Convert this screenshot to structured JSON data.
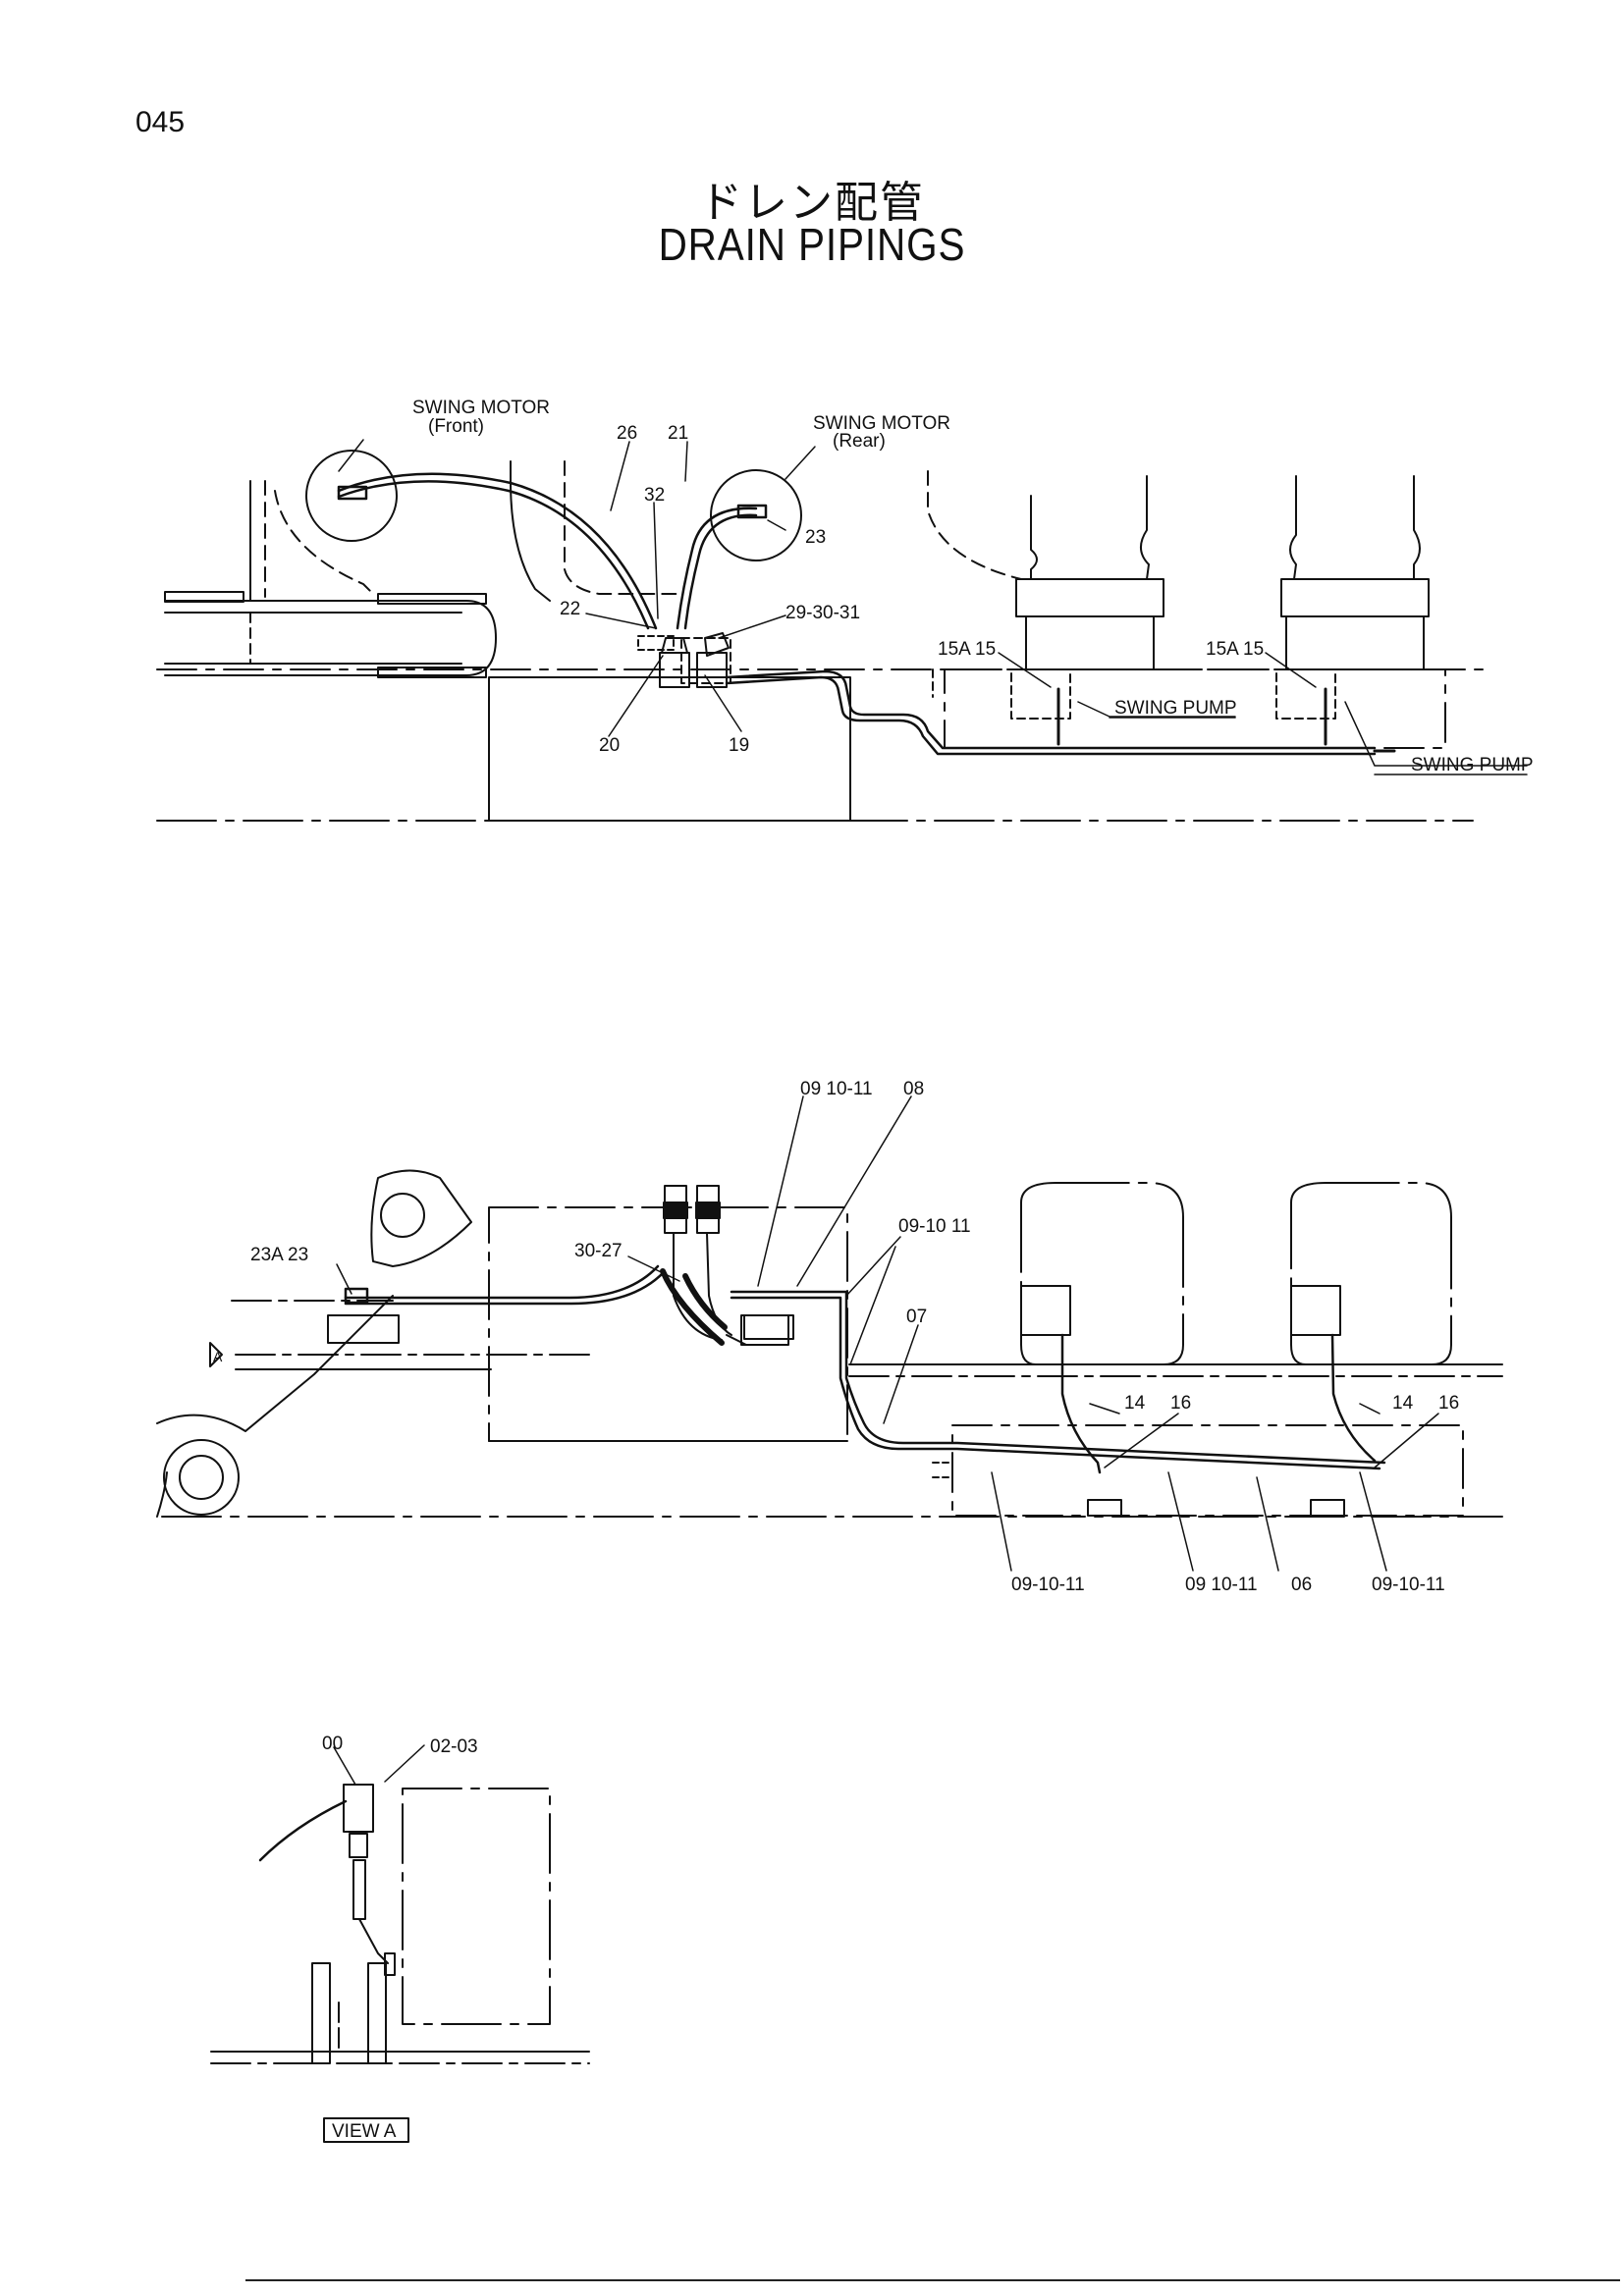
{
  "page": {
    "number": "045",
    "title_jp": "ドレン配管",
    "title_en": "DRAIN PIPINGS"
  },
  "view1": {
    "labels": {
      "swing_motor_front_1": "SWING MOTOR",
      "swing_motor_front_2": "(Front)",
      "swing_motor_rear_1": "SWING MOTOR",
      "swing_motor_rear_2": "(Rear)",
      "p26": "26",
      "p21": "21",
      "p32": "32",
      "p23": "23",
      "p22": "22",
      "p29_30_31": "29-30-31",
      "p20": "20",
      "p19": "19",
      "p15a_15_left": "15A 15",
      "p15a_15_right": "15A 15",
      "swing_pump_1": "SWING PUMP",
      "swing_pump_2": "SWING PUMP"
    }
  },
  "view2": {
    "labels": {
      "p09_10_11_top": "09 10-11",
      "p08": "08",
      "p09_10_11_side": "09-10 11",
      "p23a_23": "23A 23",
      "p30_27": "30-27",
      "p07": "07",
      "arrow_a": "A",
      "p14_left": "14",
      "p16_left": "16",
      "p14_right": "14",
      "p16_right": "16",
      "p09_10_11_b1": "09-10-11",
      "p09_10_11_b2": "09 10-11",
      "p06": "06",
      "p09_10_11_b3": "09-10-11"
    }
  },
  "view3": {
    "labels": {
      "p00": "00",
      "p02_03": "02-03",
      "view_a": "VIEW A"
    }
  }
}
